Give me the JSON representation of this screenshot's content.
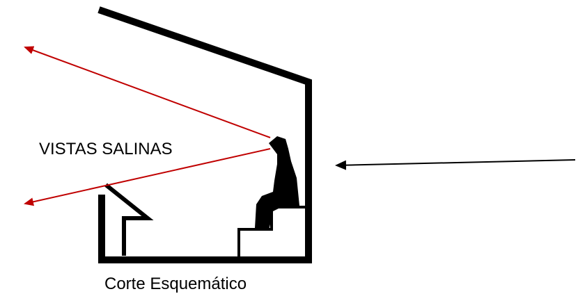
{
  "diagram": {
    "views_label": "VISTAS SALINAS",
    "caption": "Corte Esquemático"
  },
  "colors": {
    "structure": "#000000",
    "sightline": "#c00000",
    "arrow": "#000000",
    "background": "#ffffff"
  },
  "icons": {
    "person": "seated-person-silhouette",
    "sightline_arrow": "arrow-left",
    "entry_arrow": "arrow-left"
  }
}
